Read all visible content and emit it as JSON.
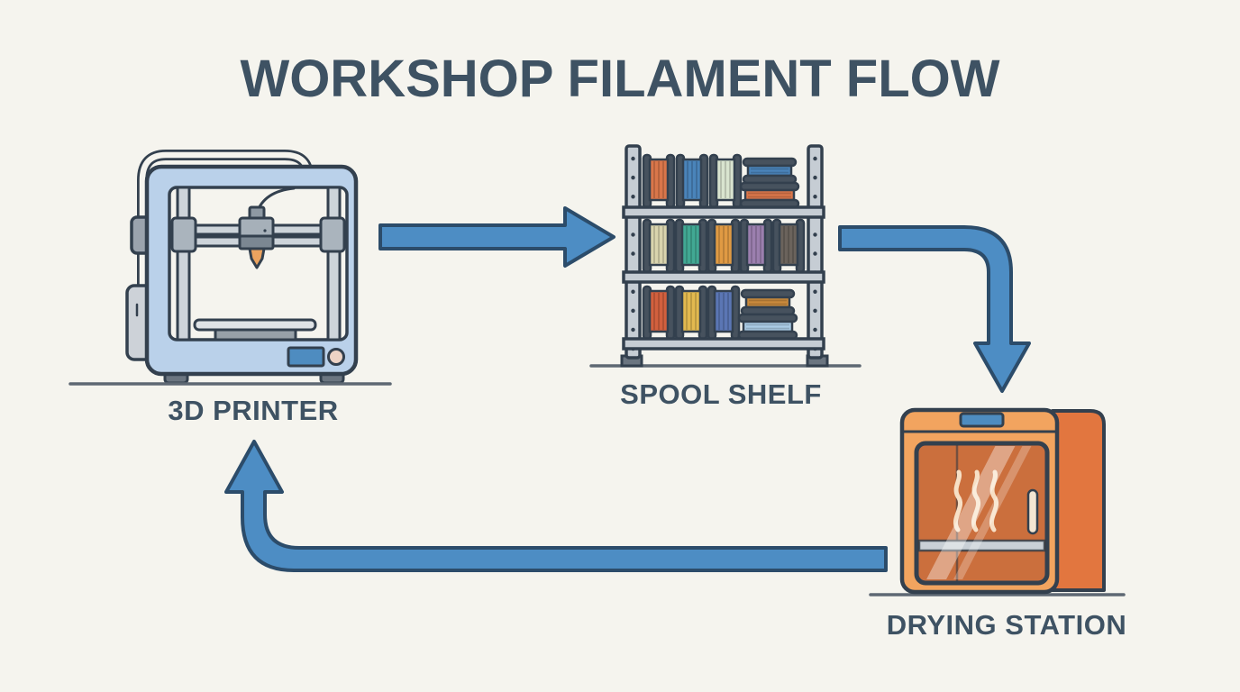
{
  "title": "WORKSHOP FILAMENT FLOW",
  "nodes": {
    "printer": {
      "label": "3D PRINTER"
    },
    "shelf": {
      "label": "SPOOL SHELF"
    },
    "dryer": {
      "label": "DRYING STATION"
    }
  },
  "edges": [
    {
      "from": "3D PRINTER",
      "to": "SPOOL SHELF"
    },
    {
      "from": "SPOOL SHELF",
      "to": "DRYING STATION"
    },
    {
      "from": "DRYING STATION",
      "to": "3D PRINTER"
    }
  ],
  "colors": {
    "bg": "#f5f4ee",
    "ink": "#33404e",
    "ink_soft": "#5e6873",
    "text": "#3e5263",
    "arrow": "#4d8dc4",
    "arrow_outline": "#2c4c6a",
    "printer_blue": "#bad1ea",
    "screen_blue": "#4e8cc0",
    "nozzle_orange": "#eca35f",
    "metal_light": "#cdd4da",
    "metal_mid": "#aab4bd",
    "metal_dark": "#6b7580",
    "dryer_front": "#f2a45f",
    "dryer_side": "#e2763f",
    "dryer_glass": "#cb6f3d",
    "wave_cream": "#f7e0c6",
    "spool_flange": "#47525e",
    "spool_orange": "#d9764a",
    "spool_blue": "#4a84ba",
    "spool_green_pale": "#d9e4cf",
    "spool_beige": "#d9d4ad",
    "spool_teal": "#41a893",
    "spool_amber": "#e09a43",
    "spool_purple": "#9b7fae",
    "spool_brown_dark": "#6b635c",
    "spool_red": "#d2603e",
    "spool_yellow": "#e2b94f",
    "spool_indigo": "#5b76b4",
    "spool_brown": "#c98a3c",
    "spool_blue_light": "#aacbe5"
  }
}
